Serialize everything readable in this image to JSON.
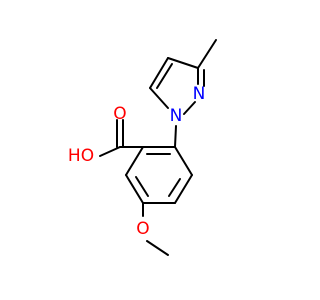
{
  "molecule": {
    "atoms": [
      {
        "id": "O_carbonyl",
        "label": "O",
        "color": "#ff0000"
      },
      {
        "id": "O_hydroxyl",
        "label": "HO",
        "color": "#ff0000"
      },
      {
        "id": "N1",
        "label": "N",
        "color": "#0000ff"
      },
      {
        "id": "N2",
        "label": "N",
        "color": "#0000ff"
      },
      {
        "id": "O_ether",
        "label": "O",
        "color": "#ff0000"
      }
    ],
    "bond_color": "#000000"
  }
}
